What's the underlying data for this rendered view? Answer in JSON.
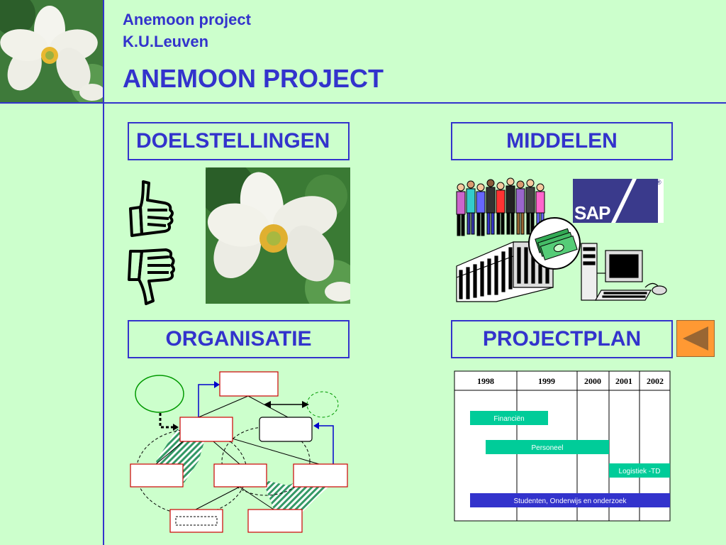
{
  "header": {
    "line1": "Anemoon project",
    "line2": "K.U.Leuven",
    "title": "ANEMOON PROJECT"
  },
  "sections": {
    "doelstellingen": "DOELSTELLINGEN",
    "middelen": "MIDDELEN",
    "organisatie": "ORGANISATIE",
    "projectplan": "PROJECTPLAN"
  },
  "sap_logo": {
    "text": "SAP",
    "registered": "®"
  },
  "gantt": {
    "years": [
      "1998",
      "1999",
      "2000",
      "2001",
      "2002"
    ],
    "bars": [
      {
        "label": "Financiën"
      },
      {
        "label": "Personeel"
      },
      {
        "label": "Logistiek -TD"
      },
      {
        "label": "Studenten, Onderwijs en onderzoek"
      }
    ]
  },
  "colors": {
    "accent": "#3333cc",
    "background": "#ccffcc",
    "bar_teal": "#00cc99",
    "bar_blue": "#3333cc",
    "nav_button": "#ff9933"
  },
  "icons": {
    "back": "triangle-left-icon",
    "thumbs_up": "thumbs-up-icon",
    "thumbs_down": "thumbs-down-icon"
  }
}
